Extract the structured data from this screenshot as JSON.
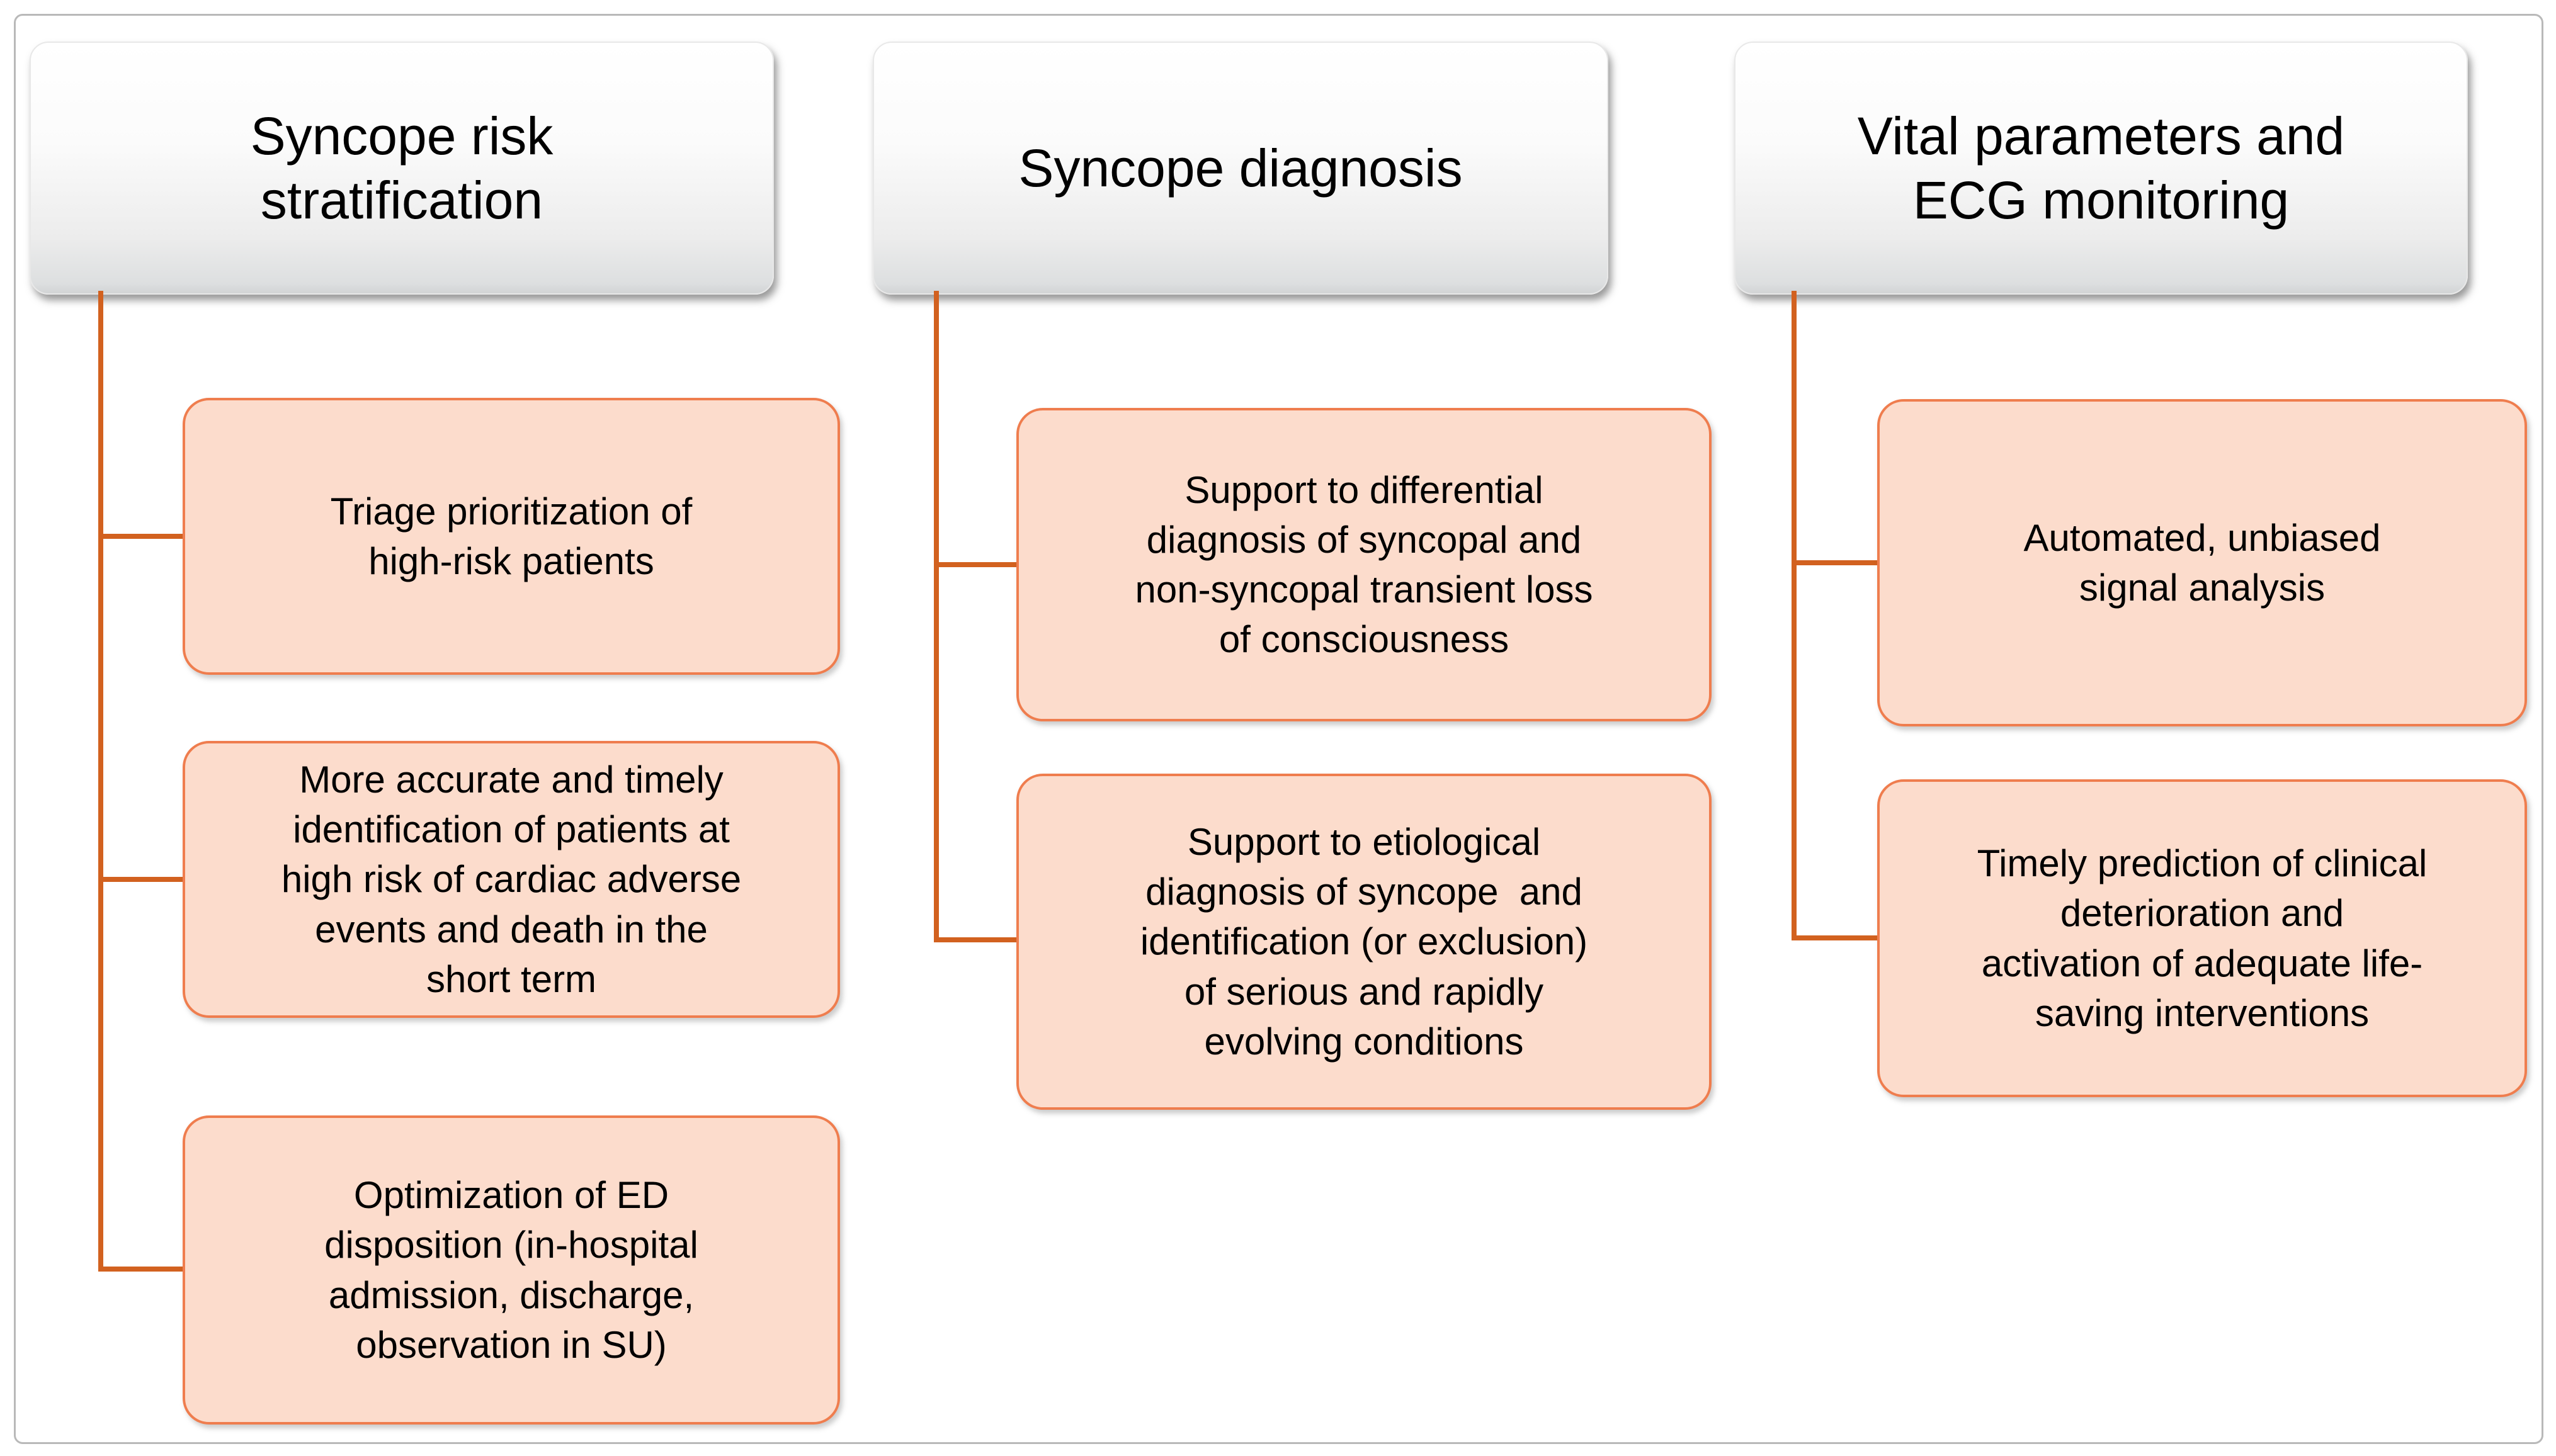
{
  "figure": {
    "type": "hierarchy-diagram",
    "colors": {
      "connector": "#d2611f",
      "item_border": "#ef7d4e",
      "item_fill": "#fcdccc",
      "header_fill_top": "#ffffff",
      "header_fill_bottom": "#d2d4d5",
      "frame_border": "#b9b9b9",
      "text": "#000000"
    },
    "columns": [
      {
        "header": "Syncope risk\nstratification",
        "items": [
          "Triage prioritization of\nhigh-risk patients",
          "More accurate and timely\nidentification of patients at\nhigh risk of cardiac adverse\nevents and death in the\nshort term",
          "Optimization of ED\ndisposition (in-hospital\nadmission, discharge,\nobservation in SU)"
        ]
      },
      {
        "header": "Syncope diagnosis",
        "items": [
          "Support to differential\ndiagnosis of syncopal and\nnon-syncopal transient loss\nof consciousness",
          "Support to etiological\ndiagnosis of syncope  and\nidentification (or exclusion)\nof serious and rapidly\nevolving conditions"
        ]
      },
      {
        "header": "Vital parameters and\nECG monitoring",
        "items": [
          "Automated, unbiased\nsignal analysis",
          "Timely prediction of clinical\ndeterioration and\nactivation of adequate life-\nsaving interventions"
        ]
      }
    ]
  }
}
